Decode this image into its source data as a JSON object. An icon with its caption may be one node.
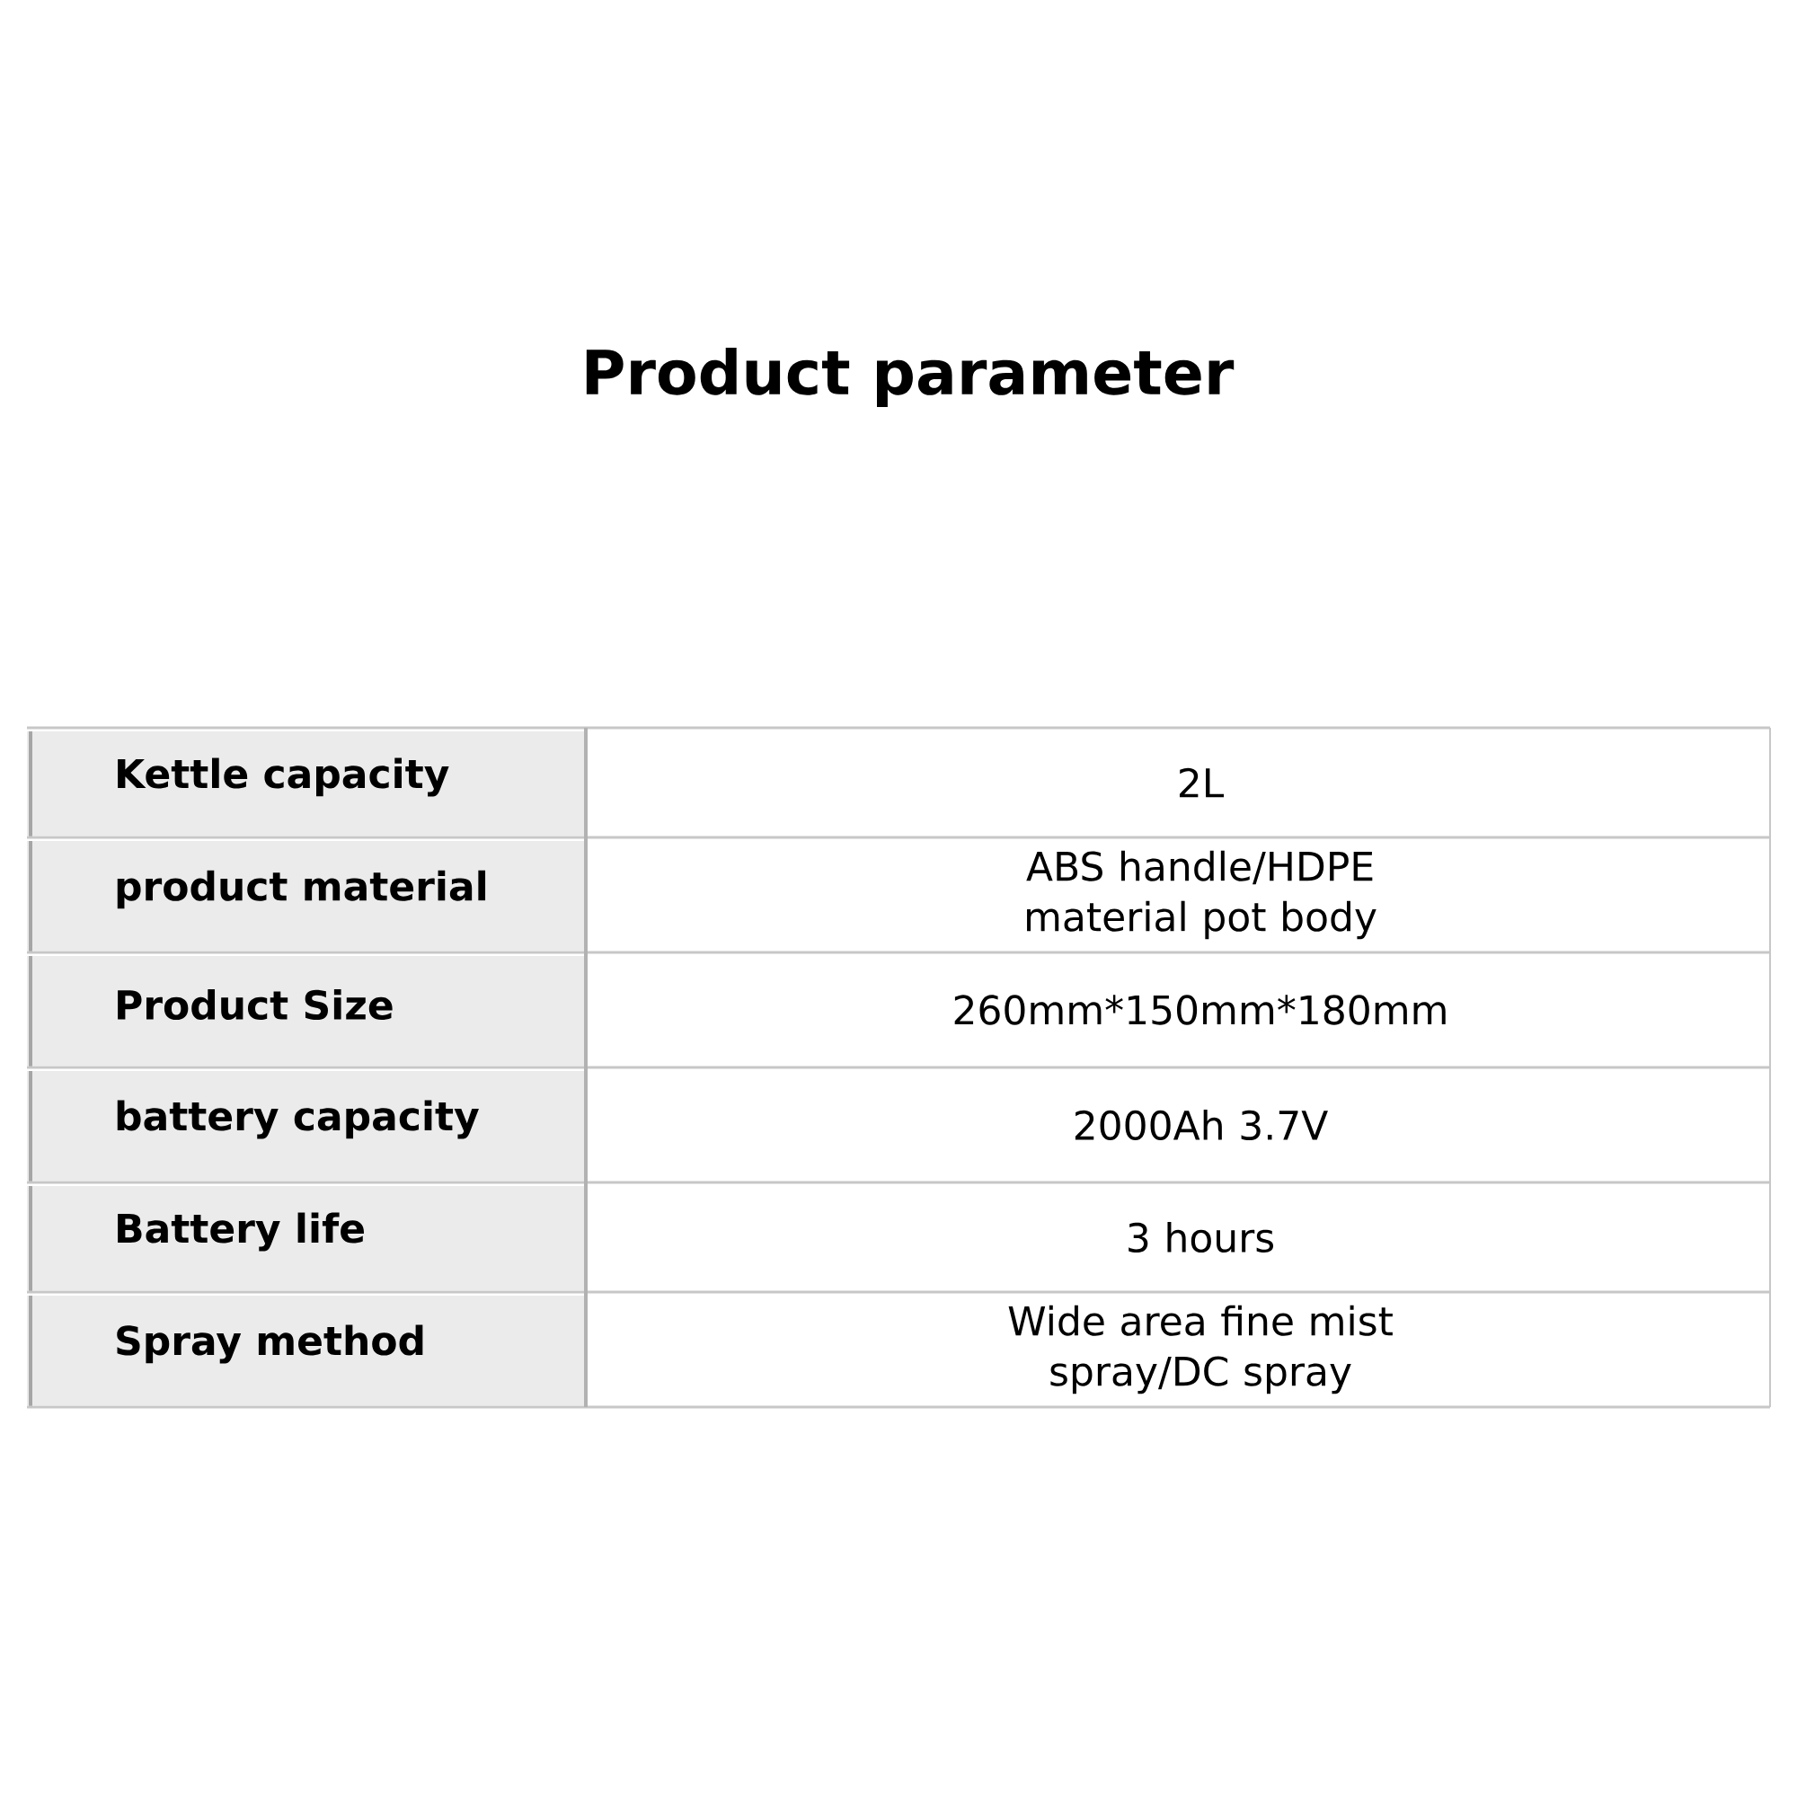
{
  "diagram": {
    "title": "Product parameter",
    "labels": [
      "Kettle capacity",
      "2L",
      "product material",
      "ABS handle/HDPE material pot body",
      "Product Size",
      "260mm*150mm*180mm",
      "battery capacity",
      "2000Ah 3.7V",
      "Battery life",
      "3 hours",
      "Spray method",
      "Wide area fine mist spray/DC spray"
    ]
  }
}
